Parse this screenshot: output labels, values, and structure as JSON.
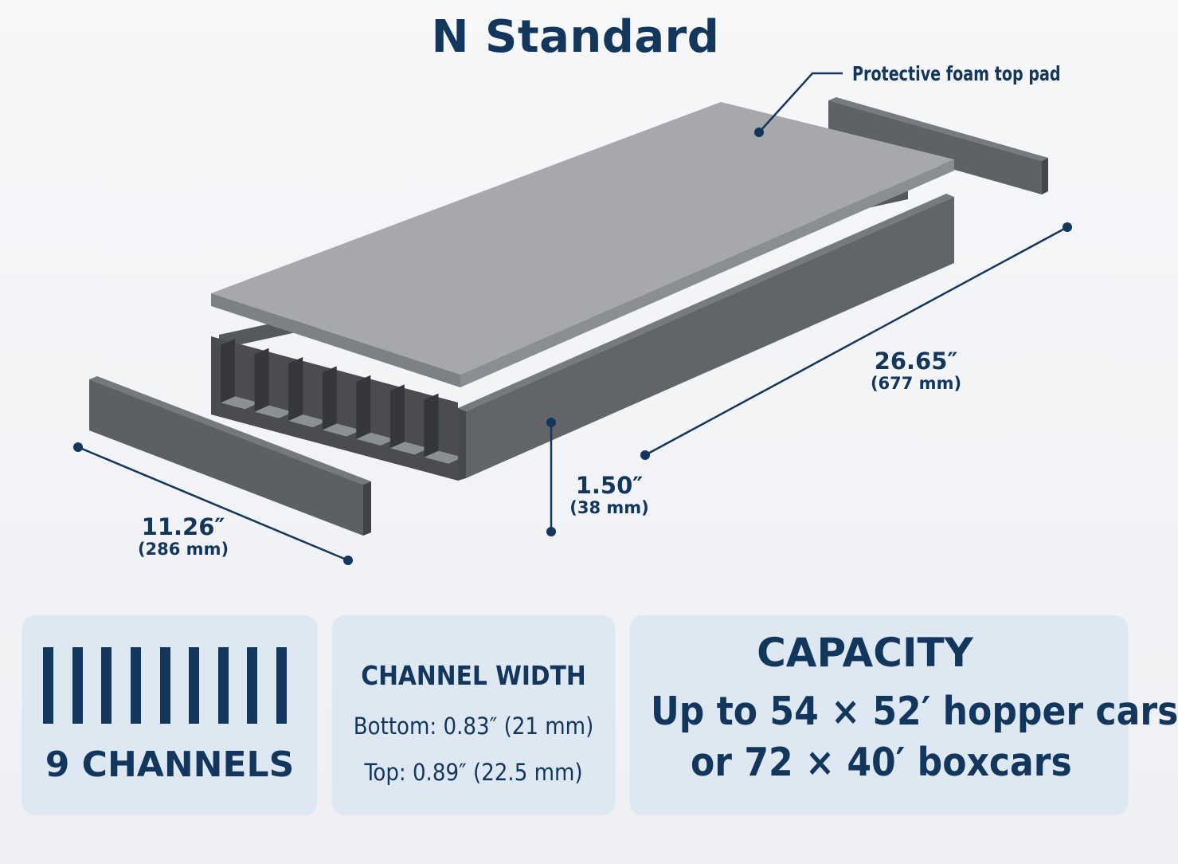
{
  "title": "N Standard",
  "callout": {
    "label": "Protective foam top pad"
  },
  "dimensions": {
    "length": {
      "inches": "26.65″",
      "mm": "(677 mm)"
    },
    "height": {
      "inches": "1.50″",
      "mm": "(38 mm)"
    },
    "width": {
      "inches": "11.26″",
      "mm": "(286 mm)"
    }
  },
  "channels": {
    "count": 9,
    "label": "9 CHANNELS"
  },
  "channel_width": {
    "heading": "CHANNEL WIDTH",
    "bottom": "Bottom: 0.83″ (21 mm)",
    "top": "Top: 0.89″ (22.5 mm)"
  },
  "capacity": {
    "heading": "CAPACITY",
    "line1": "Up to 54 × 52′ hopper cars",
    "line2": "or 72 × 40′ boxcars"
  },
  "colors": {
    "navy": "#13365c",
    "card_bg": "#dde8f3",
    "foam_top": "#9b9da0",
    "tray_dark": "#4f5155",
    "tray_mid": "#5d6064",
    "tray_light": "#6c6f73"
  }
}
